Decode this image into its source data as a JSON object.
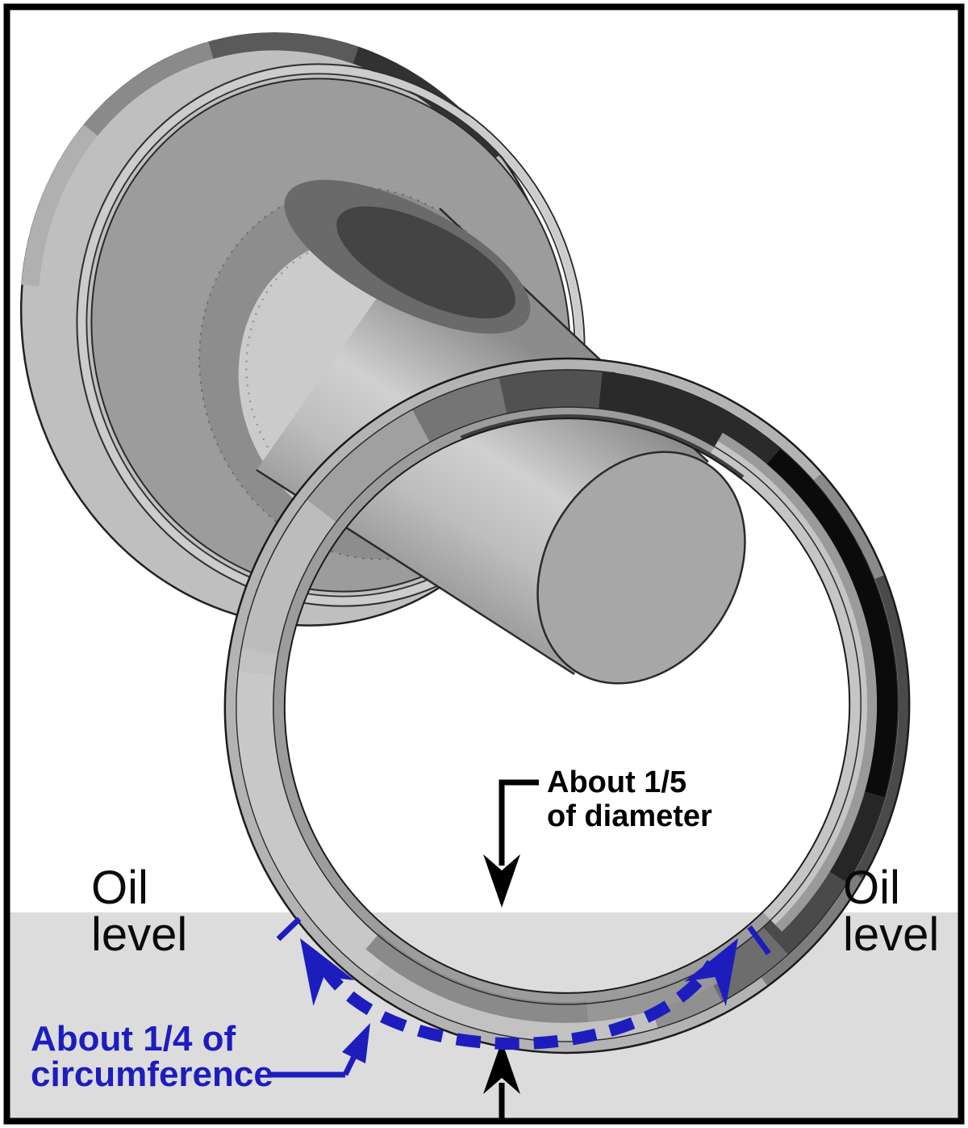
{
  "diagram": {
    "labels": {
      "diameter_note": {
        "line1": "About 1/5",
        "line2": "of diameter"
      },
      "oil_level_left": {
        "line1": "Oil",
        "line2": "level"
      },
      "oil_level_right": {
        "line1": "Oil",
        "line2": "level"
      },
      "circumference_note": {
        "line1": "About 1/4 of",
        "line2": "circumference"
      }
    },
    "colors": {
      "annotation_blue": "#1d1dbe",
      "annotation_black": "#000000",
      "oil_fill": "#dcdcdc",
      "background": "#ffffff",
      "frame": "#000000",
      "ring_dark_shading": "#0b0b0b",
      "metal_gray": "#9c9c9c"
    },
    "parts": {
      "bearing_housing": "bearing-housing",
      "shaft": "shaft",
      "oil_ring": "oil-ring",
      "oil_bath": "oil-bath"
    }
  }
}
